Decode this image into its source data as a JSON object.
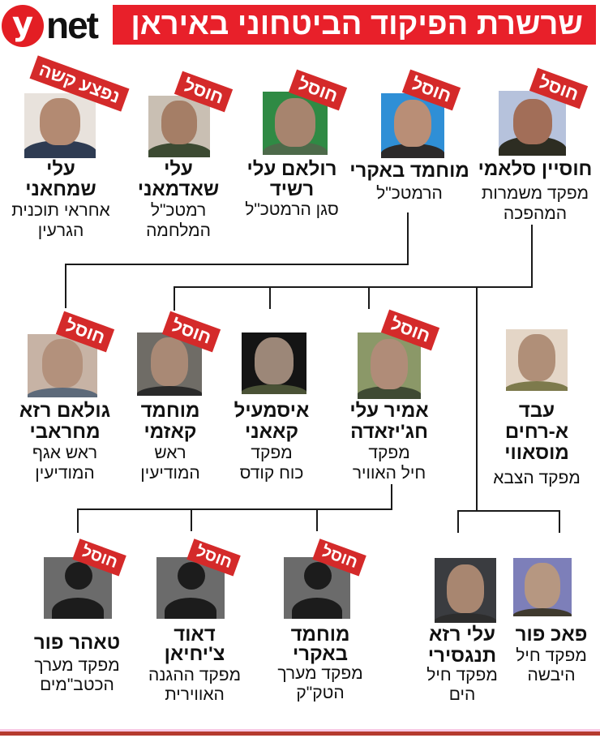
{
  "header": {
    "logo_y": "y",
    "logo_net": "net",
    "title": "שרשרת הפיקוד הביטחוני באיראן",
    "brand_color": "#e8202a"
  },
  "badges": {
    "eliminated": "חוסל",
    "badly_injured": "נפצע קשה"
  },
  "colors": {
    "badge_red": "#d42a2a",
    "line": "#1a1a1a",
    "placeholder_bg": "#6b6b6b"
  },
  "row1": [
    {
      "name": "חוסיין סלאמי",
      "role1": "מפקד משמרות",
      "role2": "המהפכה",
      "status": "חוסל"
    },
    {
      "name": "מוחמד באקרי",
      "role1": "הרמטכ\"ל",
      "role2": "",
      "status": "חוסל"
    },
    {
      "name1": "רולאם עלי",
      "name2": "רשיד",
      "role1": "סגן הרמטכ\"ל",
      "status": "חוסל"
    },
    {
      "name1": "עלי",
      "name2": "שאדמאני",
      "role1": "רמטכ\"ל",
      "role2": "המלחמה",
      "status": "חוסל"
    },
    {
      "name1": "עלי",
      "name2": "שמחאני",
      "role1": "אחראי תוכנית",
      "role2": "הגרעין",
      "status": "נפצע קשה"
    }
  ],
  "row2": [
    {
      "name1": "עבד",
      "name2": "א-רחים",
      "name3": "מוסאווי",
      "role1": "מפקד הצבא",
      "status": ""
    },
    {
      "name1": "אמיר עלי",
      "name2": "חג'יזאדה",
      "role1": "מפקד",
      "role2": "חיל האוויר",
      "status": "חוסל"
    },
    {
      "name1": "איסמעיל",
      "name2": "קאאני",
      "role1": "מפקד",
      "role2": "כוח קודס",
      "status": ""
    },
    {
      "name1": "מוחמד",
      "name2": "קאזמי",
      "role1": "ראש",
      "role2": "המודיעין",
      "status": "חוסל"
    },
    {
      "name1": "גולאם רזא",
      "name2": "מחראבי",
      "role1": "ראש אגף",
      "role2": "המודיעין",
      "status": "חוסל"
    }
  ],
  "row3": [
    {
      "name": "פאכ פור",
      "role1": "מפקד חיל",
      "role2": "היבשה",
      "status": ""
    },
    {
      "name1": "עלי רזא",
      "name2": "תנגסירי",
      "role1": "מפקד חיל",
      "role2": "הים",
      "status": ""
    },
    {
      "name1": "מוחמד",
      "name2": "באקרי",
      "role1": "מפקד מערך",
      "role2": "הטק\"ק",
      "status": "חוסל"
    },
    {
      "name1": "דאוד",
      "name2": "צ'יחיאן",
      "role1": "מפקד ההגנה",
      "role2": "האווירית",
      "status": "חוסל"
    },
    {
      "name": "טאהר פור",
      "role1": "מפקד מערך",
      "role2": "הכטב\"מים",
      "status": "חוסל"
    }
  ]
}
